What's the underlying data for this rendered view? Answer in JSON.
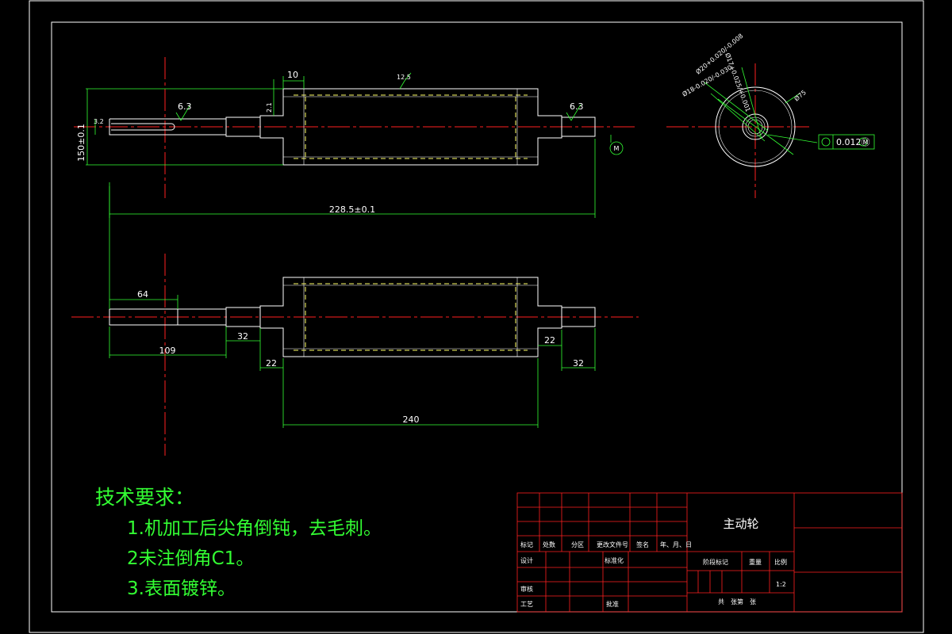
{
  "drawing": {
    "dimensions": {
      "top_height": "150±0.1",
      "shaft_end_small": "3.2",
      "roughness_left": "6.3",
      "roughness_right": "6.3",
      "roughness_body": "12.5",
      "shoulder_width": "10",
      "shoulder_step": "2.1",
      "total_length": "228.5±0.1",
      "keyway_length": "64",
      "left_shaft_length": "109",
      "step_left": "32",
      "collar_left": "22",
      "collar_right": "22",
      "right_shaft": "32",
      "roller_length": "240"
    },
    "datum_symbol": "M",
    "side_view": {
      "diameters": [
        "Ø75",
        "Ø17+0.025/+0.001",
        "Ø20+0.020/-0.008",
        "Ø18-0.020/-0.030"
      ],
      "tolerance_frame": "0.012Ⓜ"
    }
  },
  "notes": {
    "title": "技术要求：",
    "items": [
      "1.机加工后尖角倒钝，去毛刺。",
      "2未注倒角C1。",
      "3.表面镀锌。"
    ]
  },
  "title_block": {
    "part_name": "主动轮",
    "scale": "1:2",
    "row_labels": [
      "标记",
      "处数",
      "分区",
      "更改文件号",
      "签名",
      "年、月、日"
    ],
    "design": "设计",
    "standardization": "标准化",
    "stage_mark": "阶段标记",
    "weight": "重量",
    "ratio": "比例",
    "review": "审核",
    "process": "工艺",
    "approve": "批准",
    "sheets": "共　张第　张"
  },
  "colors": {
    "background": "#000000",
    "outline": "#ffffff",
    "center_line": "#ff2020",
    "dimension": "#33ff33",
    "hidden": "#ffff66",
    "title_block_grid": "#ff2020"
  }
}
